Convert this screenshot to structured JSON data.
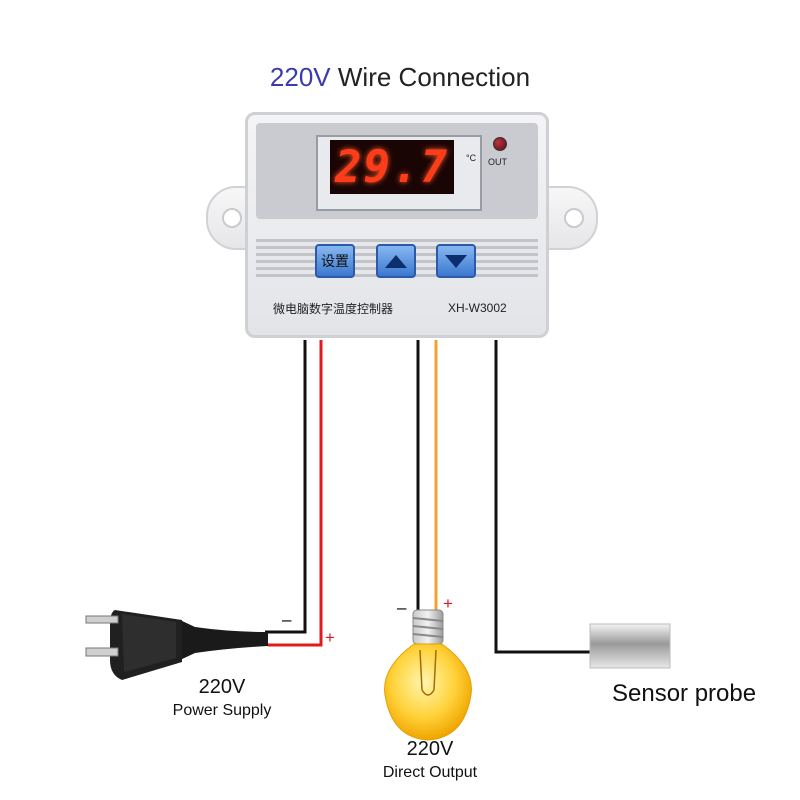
{
  "title": {
    "highlight": "220V",
    "rest": " Wire Connection"
  },
  "device": {
    "display_value": "29.7",
    "unit_symbol": "°C",
    "out_label": "OUT",
    "set_button_label": "设置",
    "name_cn": "微电脑数字温度控制器",
    "model": "XH-W3002"
  },
  "connections": {
    "power": {
      "voltage": "220V",
      "label": "Power Supply",
      "minus": "–",
      "plus": "+"
    },
    "output": {
      "voltage": "220V",
      "label": "Direct Output",
      "minus": "–",
      "plus": "+"
    },
    "sensor": {
      "label": "Sensor probe"
    }
  },
  "colors": {
    "title_accent": "#3b3ab0",
    "wire_black": "#111111",
    "wire_red": "#e11b1b",
    "wire_orange": "#f3a12c",
    "display_digits": "#ff3c1a",
    "button_blue": "#4f8ede"
  }
}
